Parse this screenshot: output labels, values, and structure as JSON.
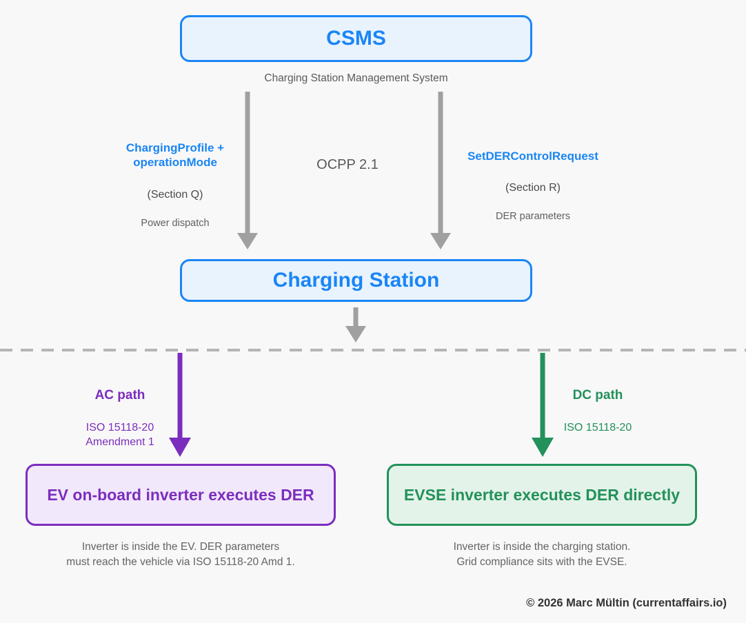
{
  "diagram": {
    "background_color": "#f8f8f8",
    "colors": {
      "blue": "#1a85f5",
      "blue_fill": "#e8f3fe",
      "purple": "#7b2dbd",
      "purple_fill": "#f2e8fb",
      "green": "#22915a",
      "green_fill": "#e4f3e9",
      "gray_arrow": "#a0a0a0",
      "divider": "#b5b5b5"
    },
    "nodes": {
      "csms": {
        "label": "CSMS",
        "subtitle": "Charging Station Management System"
      },
      "charging_station": {
        "label": "Charging Station"
      },
      "ev_inverter": {
        "label": "EV on-board inverter\nexecutes DER",
        "caption": "Inverter is inside the EV. DER parameters\nmust reach the vehicle via ISO 15118-20 Amd 1."
      },
      "evse_inverter": {
        "label": "EVSE inverter\nexecutes DER directly",
        "caption": "Inverter is inside the charging station.\nGrid compliance sits with the EVSE."
      }
    },
    "protocol_label": "OCPP 2.1",
    "edges": {
      "left_message": {
        "title": "ChargingProfile +\noperationMode",
        "section": "(Section Q)",
        "description": "Power dispatch"
      },
      "right_message": {
        "title": "SetDERControlRequest",
        "section": "(Section R)",
        "description": "DER parameters"
      },
      "ac_path": {
        "title": "AC path",
        "subtitle": "ISO 15118-20\nAmendment 1"
      },
      "dc_path": {
        "title": "DC path",
        "subtitle": "ISO 15118-20"
      }
    },
    "footer": {
      "copyright": "© 2026 Marc Mültin (currentaffairs.io)"
    }
  }
}
